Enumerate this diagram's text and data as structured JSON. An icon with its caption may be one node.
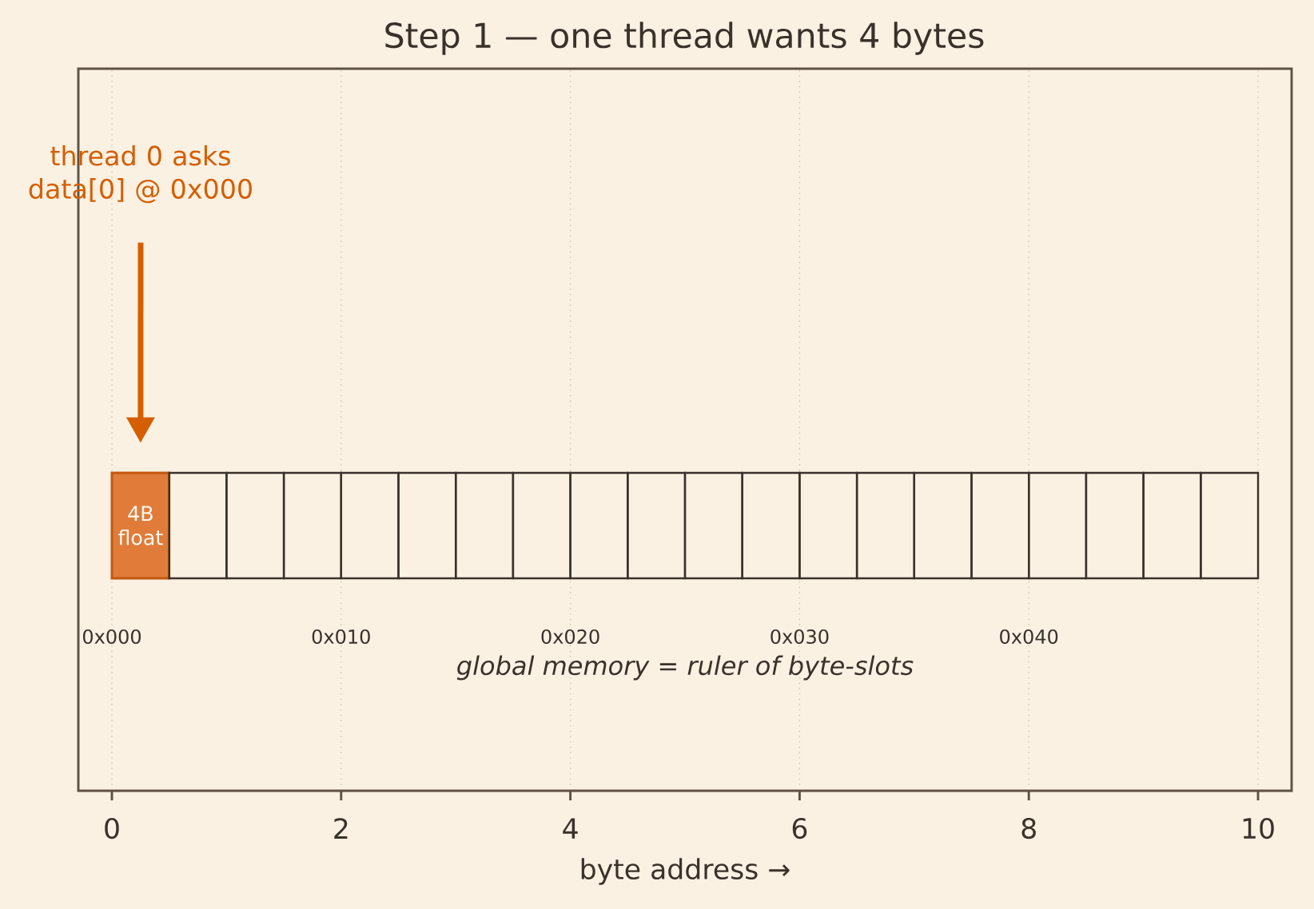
{
  "diagram": {
    "title": "Step 1 — one thread wants 4 bytes",
    "nodes": [
      {
        "text": [
          "thread 0 asks data[0] @ 0x000"
        ]
      },
      {
        "text": [
          "4B float"
        ]
      },
      {
        "text": [],
        "shape": "box"
      },
      {
        "text": [],
        "shape": "box"
      },
      {
        "text": [],
        "shape": "box"
      },
      {
        "text": [],
        "shape": "box"
      },
      {
        "text": [],
        "shape": "box"
      },
      {
        "text": [],
        "shape": "box"
      },
      {
        "text": [],
        "shape": "box"
      },
      {
        "text": [],
        "shape": "box"
      },
      {
        "text": [],
        "shape": "box"
      },
      {
        "text": [],
        "shape": "box"
      },
      {
        "text": [],
        "shape": "box"
      },
      {
        "text": [],
        "shape": "box"
      },
      {
        "text": [],
        "shape": "box"
      },
      {
        "text": [],
        "shape": "box"
      },
      {
        "text": [],
        "shape": "box"
      },
      {
        "text": [],
        "shape": "box"
      },
      {
        "text": [],
        "shape": "box"
      },
      {
        "text": [],
        "shape": "box"
      },
      {
        "text": [],
        "shape": "box"
      }
    ],
    "edges": [
      {
        "from": 0,
        "to": 1,
        "arrow": "to"
      }
    ],
    "labels": [
      "0x000",
      "0x010",
      "0x020",
      "0x030",
      "0x040",
      "global memory = ruler of byte-slots",
      "0",
      "2",
      "4",
      "6",
      "8",
      "10",
      "byte address →"
    ]
  }
}
